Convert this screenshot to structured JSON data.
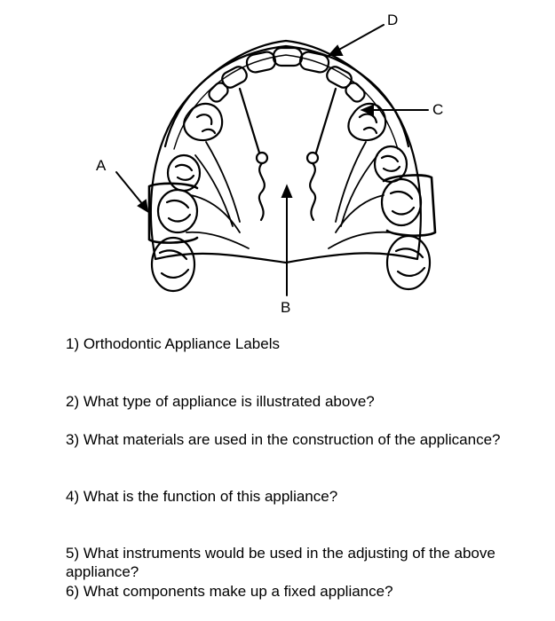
{
  "diagram": {
    "labels": {
      "a": "A",
      "b": "B",
      "c": "C",
      "d": "D"
    }
  },
  "questions": [
    "1) Orthodontic Appliance Labels",
    "2) What type of appliance is illustrated above?",
    "3) What materials are used in the construction of the applicance?",
    "4) What is the function of this appliance?",
    "5) What instruments would be used in the adjusting of the above appliance?",
    "6) What components make up a fixed appliance?"
  ]
}
